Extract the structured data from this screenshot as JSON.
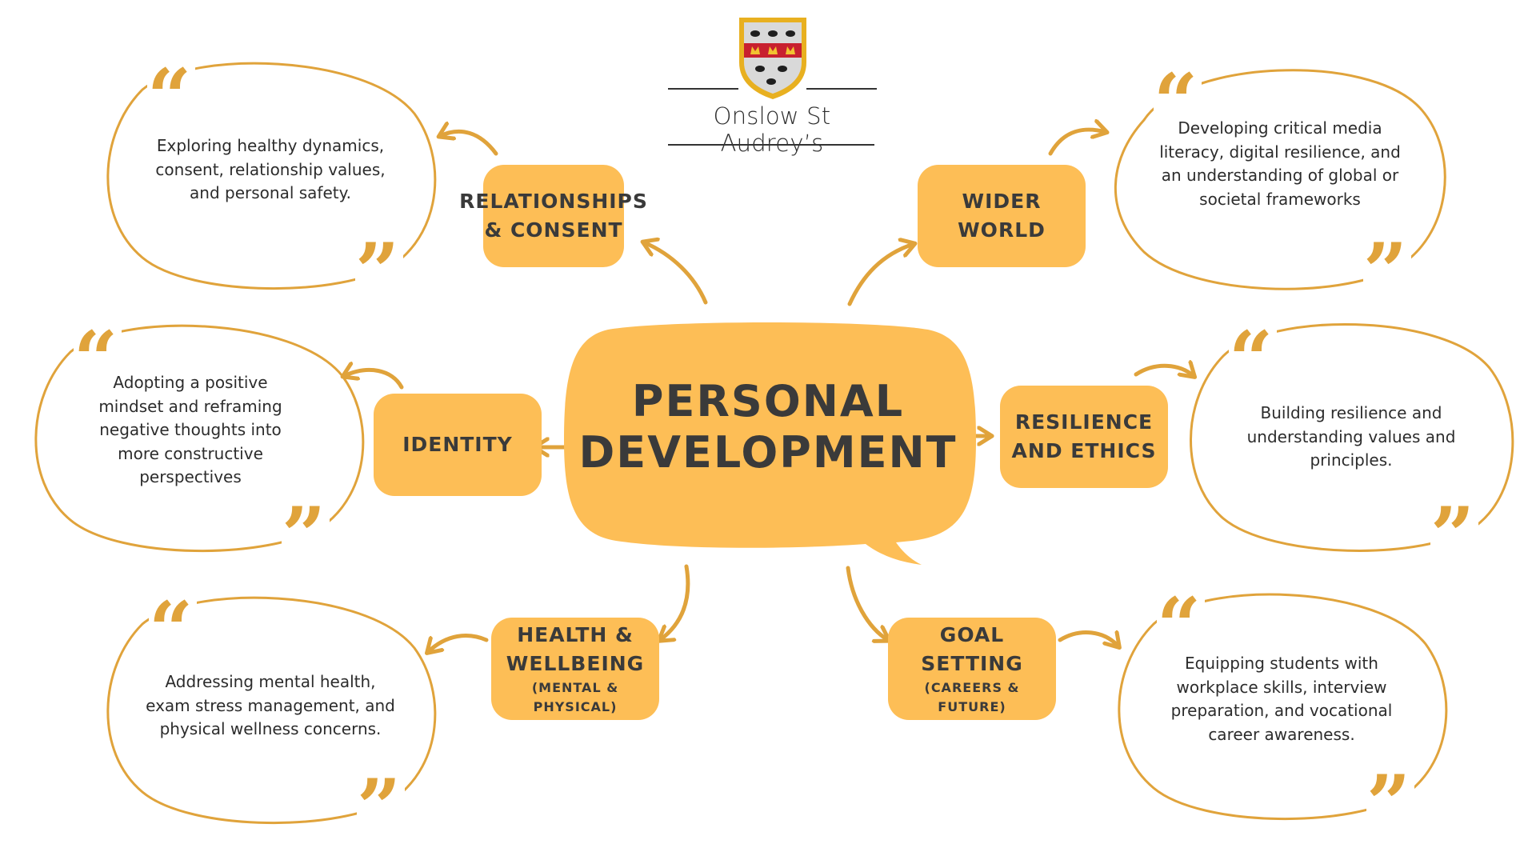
{
  "header": {
    "school_name": "Onslow St Audrey’s",
    "crest_icon": "school-crest-icon"
  },
  "center": {
    "line1": "PERSONAL",
    "line2": "DEVELOPMENT"
  },
  "topics": {
    "relationships": {
      "line1": "RELATIONSHIPS",
      "line2": "& CONSENT"
    },
    "wider_world": {
      "line1": "WIDER WORLD"
    },
    "identity": {
      "line1": "IDENTITY"
    },
    "resilience": {
      "line1": "RESILIENCE",
      "line2": "AND ETHICS"
    },
    "health": {
      "line1": "HEALTH &",
      "line2": "WELLBEING",
      "sub": "(MENTAL & PHYSICAL)"
    },
    "goal": {
      "line1": "GOAL SETTING",
      "sub1": "(CAREERS &",
      "sub2": "FUTURE)"
    }
  },
  "quotes": {
    "relationships": [
      "Exploring healthy dynamics,",
      "consent, relationship values,",
      "and personal safety."
    ],
    "wider_world": [
      "Developing critical media",
      "literacy, digital resilience, and",
      "an understanding of global or",
      "societal frameworks"
    ],
    "identity": [
      "Adopting a positive",
      "mindset and reframing",
      "negative thoughts into",
      "more constructive",
      "perspectives"
    ],
    "resilience": [
      "Building resilience and",
      "understanding values and",
      "principles."
    ],
    "health": [
      "Addressing mental health,",
      "exam stress management, and",
      "physical wellness concerns."
    ],
    "goal": [
      "Equipping students with",
      "workplace skills, interview",
      "preparation, and vocational",
      "career awareness."
    ]
  },
  "quote_marks": {
    "open": "“",
    "close": "”"
  },
  "colors": {
    "accent": "#fdbe56",
    "line": "#e0a33b",
    "text": "#3a3a3a",
    "crest_red": "#c8202f",
    "crest_gold": "#e8b020"
  }
}
